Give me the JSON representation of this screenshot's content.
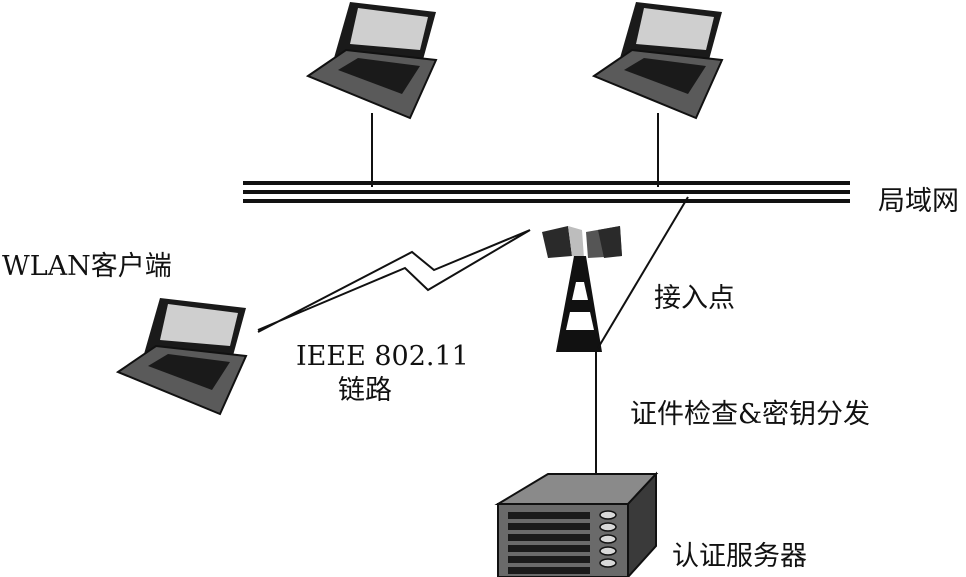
{
  "labels": {
    "lan": "局域网",
    "wlan_client": "WLAN客户端",
    "access_point": "接入点",
    "link_line1": "IEEE 802.11",
    "link_line2": "链路",
    "cert_key": "证件检查&密钥分发",
    "auth_server": "认证服务器"
  },
  "colors": {
    "stroke": "#111111",
    "laptop_body": "#5a5a5a",
    "laptop_dark": "#1a1a1a",
    "laptop_screen": "#cfcfcf",
    "server_body": "#6a6a6a",
    "server_top": "#8a8a8a"
  },
  "icons": [
    "laptop-icon",
    "laptop-icon",
    "laptop-icon",
    "access-point-icon",
    "server-icon",
    "lightning-link-icon"
  ]
}
